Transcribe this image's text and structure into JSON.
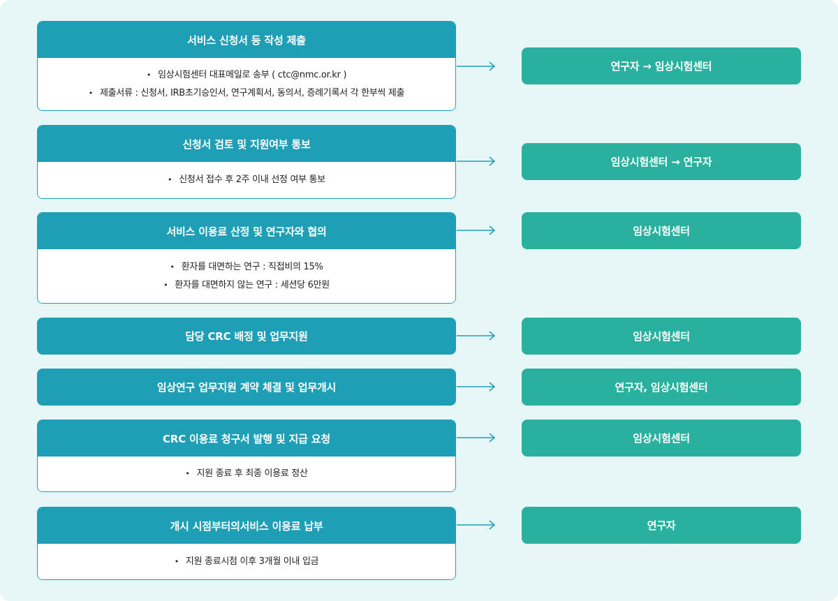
{
  "steps": [
    {
      "title": "서비스 신청서 등 작성 제출",
      "bullets": [
        "임상시험센터 대표메일로 송부 ( ctc@nmc.or.kr )",
        "제출서류 : 신청서, IRB초기승인서, 연구계획서, 동의서, 증례기록서 각 한부씩 제출"
      ],
      "role": "연구자 → 임상시험센터"
    },
    {
      "title": "신청서 검토 및 지원여부 통보",
      "bullets": [
        "신청서 접수 후 2주 이내 선정 여부 통보"
      ],
      "role": "임상시험센터 → 연구자"
    },
    {
      "title": "서비스 이용료 산정 및 연구자와 협의",
      "bullets": [
        "환자를 대면하는 연구 : 직접비의 15%",
        "환자를 대면하지 않는 연구 : 세션당 6만원"
      ],
      "role": "임상시험센터"
    },
    {
      "title": "담당 CRC 배정 및 업무지원",
      "bullets": [],
      "role": "임상시험센터"
    },
    {
      "title": "임상연구 업무지원 계약 체결 및 업무개시",
      "bullets": [],
      "role": "연구자, 임상시험센터"
    },
    {
      "title": "CRC 이용료 청구서 발행 및 지급 요청",
      "bullets": [
        "지원 종료 후 최종 이용료 정산"
      ],
      "role": "임상시험센터"
    },
    {
      "title": "개시 시점부터의서비스 이용료 납부",
      "bullets": [
        "지원 종료시점 이후 3개월 이내 입금"
      ],
      "role": "연구자"
    }
  ],
  "colors": {
    "background": "#e7f6f7",
    "step_header": "#1f9fb6",
    "role_box": "#29b09e",
    "arrow": "#1f9fb6"
  },
  "icons": {
    "arrow": "right-arrow-icon",
    "bullet": "bullet-dot-icon"
  }
}
